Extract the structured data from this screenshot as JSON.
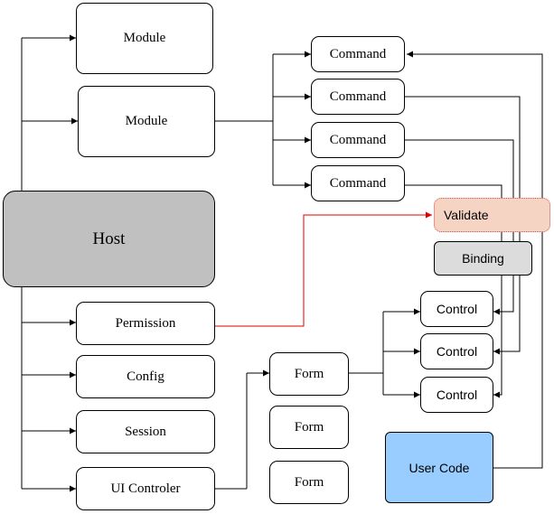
{
  "diagram": {
    "host": "Host",
    "modules": [
      "Module",
      "Module"
    ],
    "commands": [
      "Command",
      "Command",
      "Command",
      "Command"
    ],
    "validate": "Validate",
    "binding": "Binding",
    "host_children": [
      "Permission",
      "Config",
      "Session",
      "UI Controler"
    ],
    "forms": [
      "Form",
      "Form",
      "Form"
    ],
    "controls": [
      "Control",
      "Control",
      "Control"
    ],
    "user_code": "User Code",
    "colors": {
      "host_fill": "#c0c0c0",
      "validate_fill": "#f5d4c4",
      "validate_border": "#e24a4a",
      "permission_link": "#e00000",
      "binding_fill": "#dcdcdc",
      "user_code_fill": "#99ccff"
    }
  }
}
